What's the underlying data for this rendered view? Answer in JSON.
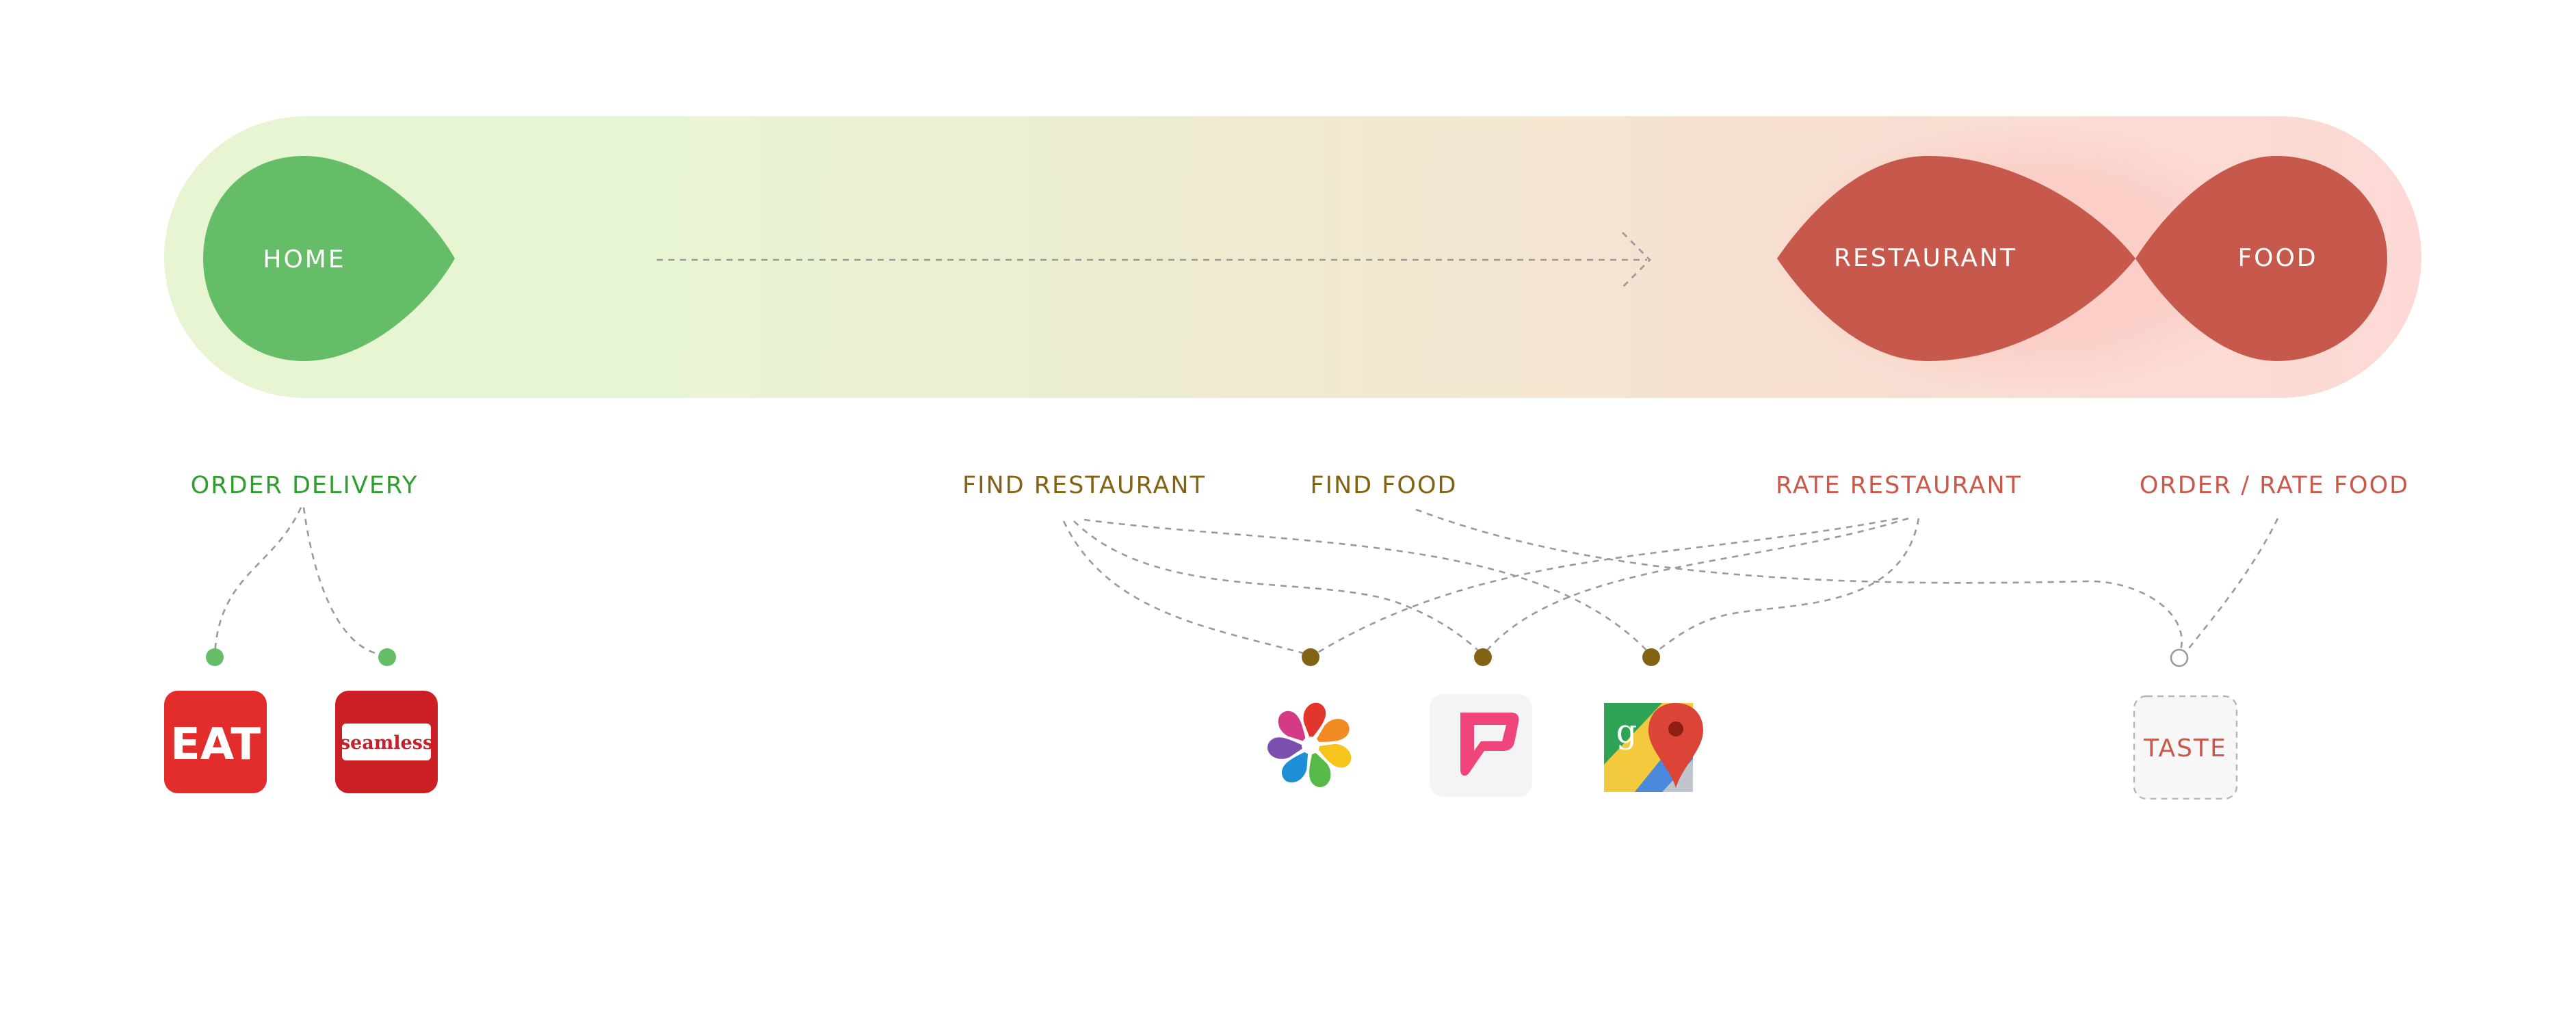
{
  "nodes": {
    "home": "HOME",
    "restaurant": "RESTAURANT",
    "food": "FOOD"
  },
  "categories": {
    "order_delivery": "ORDER DELIVERY",
    "find_restaurant": "FIND RESTAURANT",
    "find_food": "FIND FOOD",
    "rate_restaurant": "RATE RESTAURANT",
    "order_rate_food": "ORDER / RATE FOOD"
  },
  "apps": {
    "eat24": {
      "text": "EAT",
      "icon": "eat24-app-icon"
    },
    "seamless": {
      "text": "seamless",
      "icon": "seamless-app-icon"
    },
    "yelp": {
      "icon": "yelp-app-icon"
    },
    "foursquare": {
      "icon": "foursquare-app-icon"
    },
    "google_maps": {
      "text": "g",
      "icon": "google-maps-app-icon"
    },
    "taste": {
      "text": "TASTE",
      "icon": "taste-app-placeholder"
    }
  },
  "colors": {
    "home_green": "#66bd67",
    "delivery_green": "#2f9e2f",
    "find_brown": "#826314",
    "rate_red": "#c85a4c",
    "node_red": "#c6594b",
    "track_green": "#e8f5d3",
    "track_red": "#fcd9d4"
  }
}
